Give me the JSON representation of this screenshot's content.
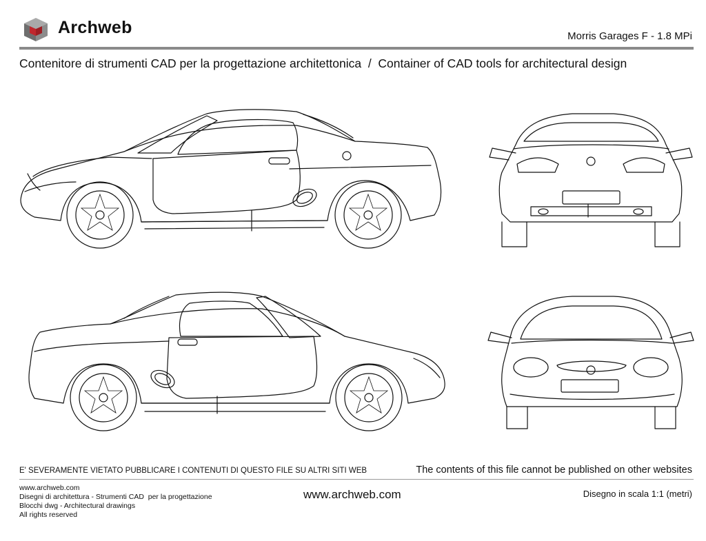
{
  "header": {
    "logo_name": "Archweb",
    "drawing_title": "Morris Garages F - 1.8 MPi",
    "subtitle": "Contenitore di strumenti CAD per la progettazione architettonica  /  Container of CAD tools for architectural design"
  },
  "footer": {
    "warning_it": "E' SEVERAMENTE VIETATO PUBBLICARE I CONTENUTI DI QUESTO FILE SU ALTRI SITI WEB",
    "warning_en": "The contents of this file cannot be published on other websites",
    "info_lines": [
      "www.archweb.com",
      "Disegni di architettura - Strumenti CAD  per la progettazione",
      "Blocchi dwg - Architectural drawings",
      "All rights reserved"
    ],
    "website": "www.archweb.com",
    "scale": "Disegno in scala 1:1 (metri)"
  },
  "colors": {
    "logo_red": "#c0272d",
    "logo_gray": "#8c8c8c",
    "rule": "#8a8a8a"
  }
}
